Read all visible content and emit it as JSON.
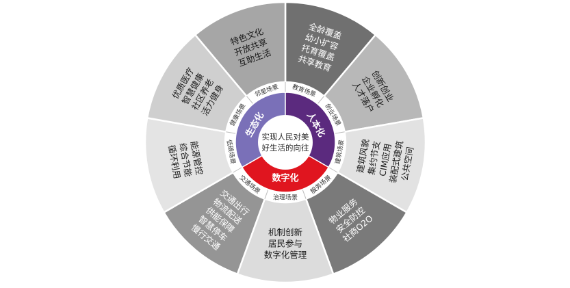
{
  "center": {
    "lines": [
      "实现人民对美",
      "好生活的向往"
    ]
  },
  "core": [
    {
      "label": "生态化",
      "color": "#7a70b8"
    },
    {
      "label": "人本化",
      "color": "#5b2a7e"
    },
    {
      "label": "数字化",
      "color": "#e0151f"
    }
  ],
  "scenes": [
    {
      "label": "教育场景"
    },
    {
      "label": "创业场景"
    },
    {
      "label": "建筑场景"
    },
    {
      "label": "服务场景"
    },
    {
      "label": "治理场景"
    },
    {
      "label": "交通场景"
    },
    {
      "label": "低碳场景"
    },
    {
      "label": "健康场景"
    },
    {
      "label": "邻里场景"
    }
  ],
  "sectors": [
    {
      "lines": [
        "全龄覆盖",
        "幼小扩容",
        "托育覆盖",
        "共享教育"
      ],
      "color": "#707070",
      "text_color": "light"
    },
    {
      "lines": [
        "创新创业",
        "企业孵化",
        "人才落户"
      ],
      "color": "#b8b8b8",
      "text_color": "dark"
    },
    {
      "lines": [
        "建筑风貌",
        "集约节支",
        "CIM应用",
        "装配式建筑",
        "公共空间"
      ],
      "color": "#e2e2e2",
      "text_color": "dark"
    },
    {
      "lines": [
        "物业服务",
        "安全防控",
        "社商O2O"
      ],
      "color": "#7a7a7a",
      "text_color": "light"
    },
    {
      "lines": [
        "机制创新",
        "居民参与",
        "数字化管理"
      ],
      "color": "#dcdcdc",
      "text_color": "dark"
    },
    {
      "lines": [
        "交通出行",
        "物流配送",
        "供能保障",
        "智慧停车",
        "慢行交通"
      ],
      "color": "#959595",
      "text_color": "light"
    },
    {
      "lines": [
        "能源管控",
        "综合节能",
        "循环利用"
      ],
      "color": "#e4e4e4",
      "text_color": "dark"
    },
    {
      "lines": [
        "优质医疗",
        "智慧健康",
        "社区养老",
        "活力健身"
      ],
      "color": "#cfcfcf",
      "text_color": "dark"
    },
    {
      "lines": [
        "特色文化",
        "开放共享",
        "互助生活"
      ],
      "color": "#a6a6a6",
      "text_color": "dark"
    }
  ]
}
